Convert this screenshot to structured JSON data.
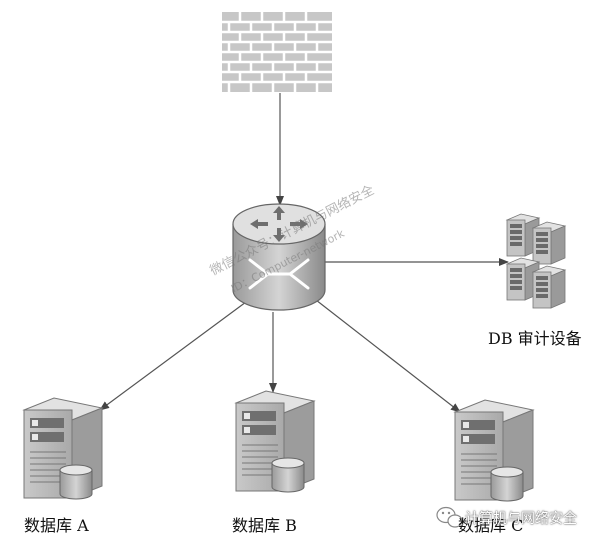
{
  "labels": {
    "db_audit": "DB 审计设备",
    "db_a": "数据库 A",
    "db_b": "数据库 B",
    "db_c": "数据库 C"
  },
  "watermark": {
    "line1": "微信公众号：计算机与网络安全",
    "line2": "ID：Computer-network",
    "footer": "计算机与网络安全"
  },
  "icons": {
    "firewall": "brick-wall-icon",
    "router": "router-icon",
    "audit_device": "server-cluster-icon",
    "database_server": "server-with-database-icon",
    "wechat": "wechat-icon"
  },
  "colors": {
    "line": "#555555",
    "device_gray": "#b8b8b8",
    "device_dark": "#8e8e8e"
  }
}
